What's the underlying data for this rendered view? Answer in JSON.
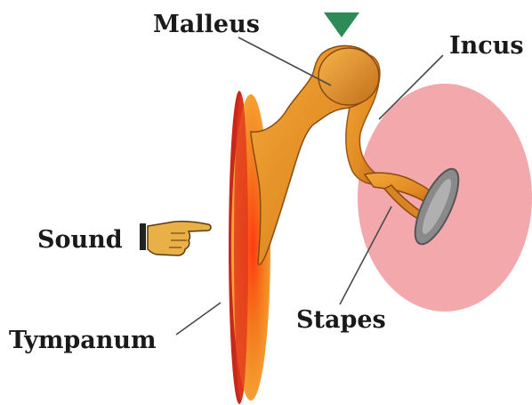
{
  "labels": {
    "malleus": "Malleus",
    "incus": "Incus",
    "sound": "Sound",
    "tympanum": "Tympanum",
    "stapes": "Stapes"
  },
  "colors": {
    "background": "#ffffff",
    "tympanum_outer": "#d8321c",
    "tympanum_inner": "#f4a52a",
    "ossicle_fill": "#e8962a",
    "ossicle_shadow": "#b8641a",
    "oval_window": "#f2a3a8",
    "stapes_plate": "#8a8a8a",
    "pivot_marker": "#2e8b57",
    "leader_line": "#4a4a4a",
    "hand": "#e8b046"
  },
  "icons": {
    "pivot": "pivot-triangle-icon",
    "hand": "pointing-hand-icon"
  }
}
